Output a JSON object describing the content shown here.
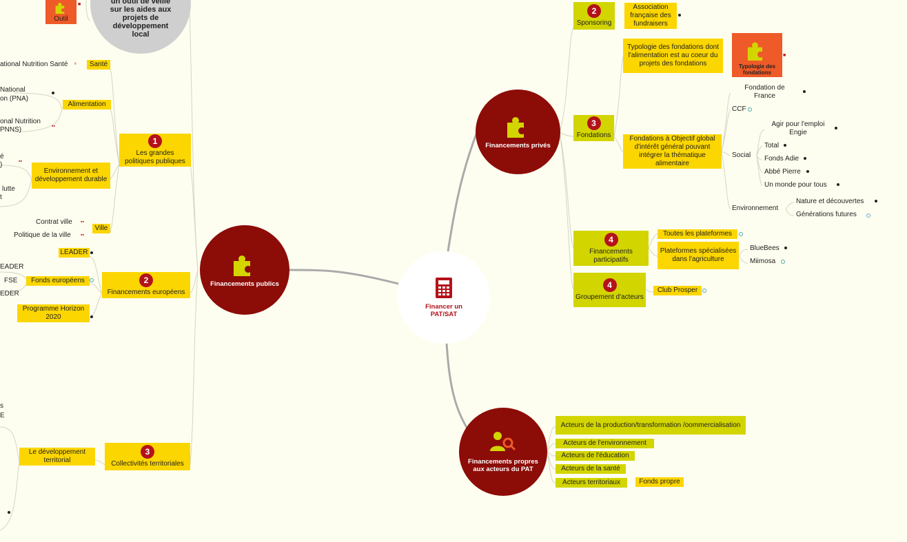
{
  "center": {
    "label": "Financer un PAT/SAT",
    "icon": "calculator-icon"
  },
  "hubs": {
    "publics": {
      "label": "Financements publics",
      "icon": "puzzle-icon"
    },
    "prives": {
      "label": "Financements privés",
      "icon": "puzzle-icon"
    },
    "propres": {
      "label": "Financements propres aux acteurs du PAT",
      "icon": "magnifier-icon"
    }
  },
  "top_left": {
    "outil": "Outil",
    "veille": "un outil de veille sur les aides aux projets de développement local"
  },
  "publics": {
    "politiques": {
      "num": "1",
      "label": "Les grandes politiques publiques"
    },
    "europeens": {
      "num": "2",
      "label": "Financements européens"
    },
    "collectivites": {
      "num": "3",
      "label": "Collectivités territoriales"
    },
    "sante": "Santé",
    "pnns_sante": "ational Nutrition Santé",
    "alimentation": "Alimentation",
    "pna_a": "National",
    "pna_b": "on (PNA)",
    "pnns_a": "onal Nutrition",
    "pnns_b": "PNNS)",
    "env_a": "é",
    "env_b": ")",
    "lutte_a": "lutte",
    "lutte_b": "t",
    "environnement": "Environnement et développement durable",
    "ville": "Ville",
    "contrat_ville": "Contrat ville",
    "politique_ville": "Politique de la ville",
    "leader": "LEADER",
    "leader_a": "EADER",
    "fse": "FSE",
    "leader_b": "EDER",
    "fonds_europeens": "Fonds européens",
    "horizon": "Programme Horizon 2020",
    "dev_territorial": "Le développement territorial",
    "s_a": "s",
    "s_b": "E"
  },
  "prives": {
    "sponsoring": {
      "num": "2",
      "label": "Sponsoring"
    },
    "afd": "Association française des fundraisers",
    "fondations": {
      "num": "3",
      "label": "Fondations"
    },
    "typologie": "Typologie des fondations dont l'alimentation est au coeur du projets des fondations",
    "typologie_card": "Typologie des fondations",
    "objectif": "Fondations à Objectif global d'intérêt général pouvant intégrer la thématique alimentaire",
    "fondation_france": "Fondation de France",
    "ccf": "CCF",
    "social": "Social",
    "agir": "Agir pour l'emploi Engie",
    "total": "Total",
    "adie": "Fonds Adie",
    "abbe": "Abbé Pierre",
    "monde": "Un monde pour tous",
    "environnement": "Environnement",
    "nature": "Nature et découvertes",
    "generations": "Générations futures",
    "participatifs": {
      "num": "4",
      "label": "Financements participatifs"
    },
    "plateformes": "Toutes les plateformes",
    "specialisees": "Plateformes spécialisées dans l'agriculture",
    "bluebees": "BlueBees",
    "miimosa": "Miimosa",
    "groupement": {
      "num": "4",
      "label": "Groupement d'acteurs"
    },
    "club": "Club Prosper"
  },
  "propres": {
    "production": "Acteurs de la production/transformation /oommercialisation",
    "environnement": "Acteurs de l'environnement",
    "education": "Acteurs de l'éducation",
    "sante": "Acteurs de la santé",
    "territoriaux": "Acteurs territoriaux",
    "fonds_propre": "Fonds propre"
  },
  "colors": {
    "hub": "#8c0c08",
    "badge": "#b4121a",
    "lime": "#d3d500",
    "yellow": "#fcd600",
    "orange": "#ee5a28",
    "background": "#fefef0"
  }
}
